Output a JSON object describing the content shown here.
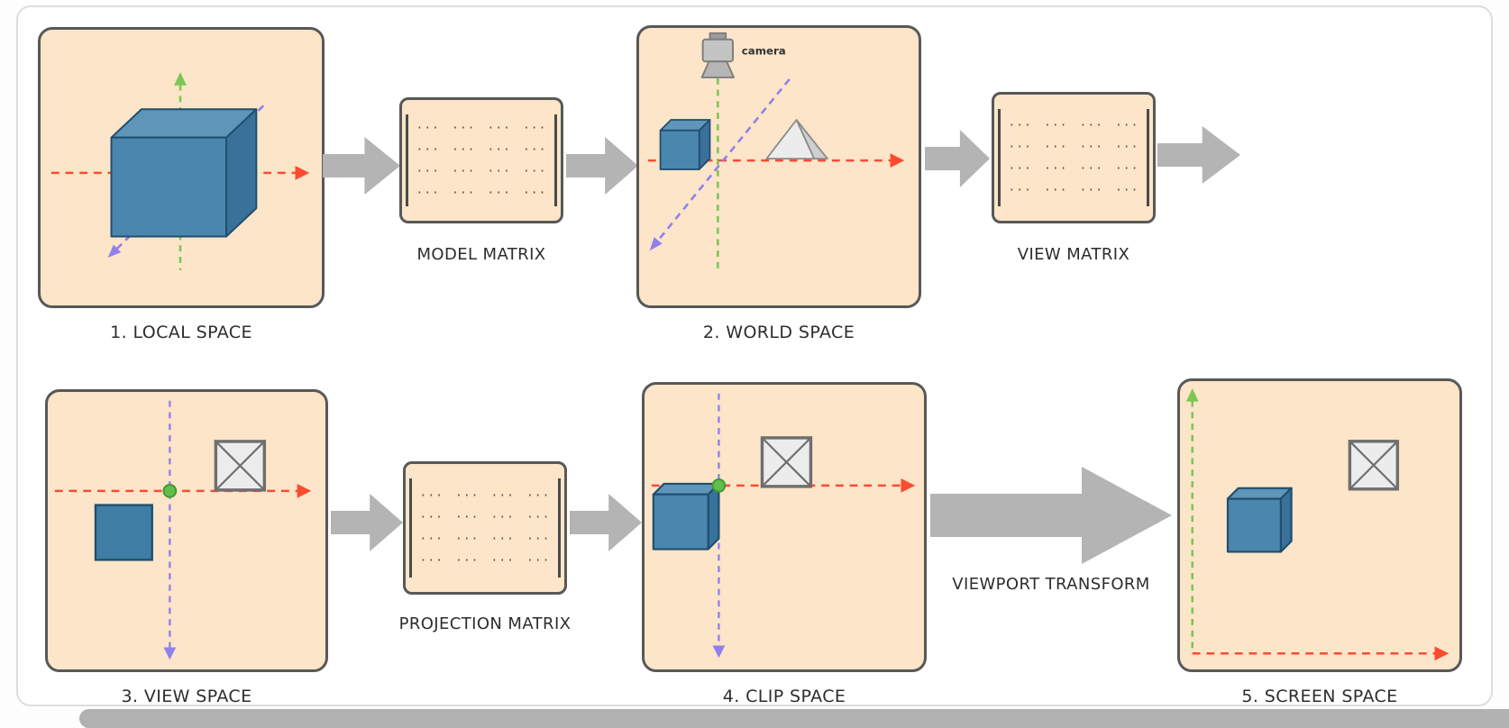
{
  "diagram": {
    "stages": [
      {
        "label": "1. LOCAL SPACE"
      },
      {
        "label": "2. WORLD SPACE"
      },
      {
        "label": "3. VIEW SPACE"
      },
      {
        "label": "4. CLIP SPACE"
      },
      {
        "label": "5. SCREEN SPACE"
      }
    ],
    "matrices": [
      {
        "label": "MODEL MATRIX"
      },
      {
        "label": "VIEW MATRIX"
      },
      {
        "label": "PROJECTION MATRIX"
      }
    ],
    "viewport_transform_label": "VIEWPORT TRANSFORM",
    "camera_label": "camera",
    "matrix_glyph": "···",
    "colors": {
      "space_box_bg": "#fce5c8",
      "space_box_border": "#585858",
      "arrow_gray": "#b4b4b4",
      "axis_x_red": "#fb4b31",
      "axis_y_green": "#7cc653",
      "axis_z_purple": "#8f80ec",
      "cube_blue_front": "#4a86ad",
      "cube_blue_top": "#5e95b8",
      "cube_blue_side": "#39719a",
      "origin_dot_green": "#63bd4c"
    }
  }
}
